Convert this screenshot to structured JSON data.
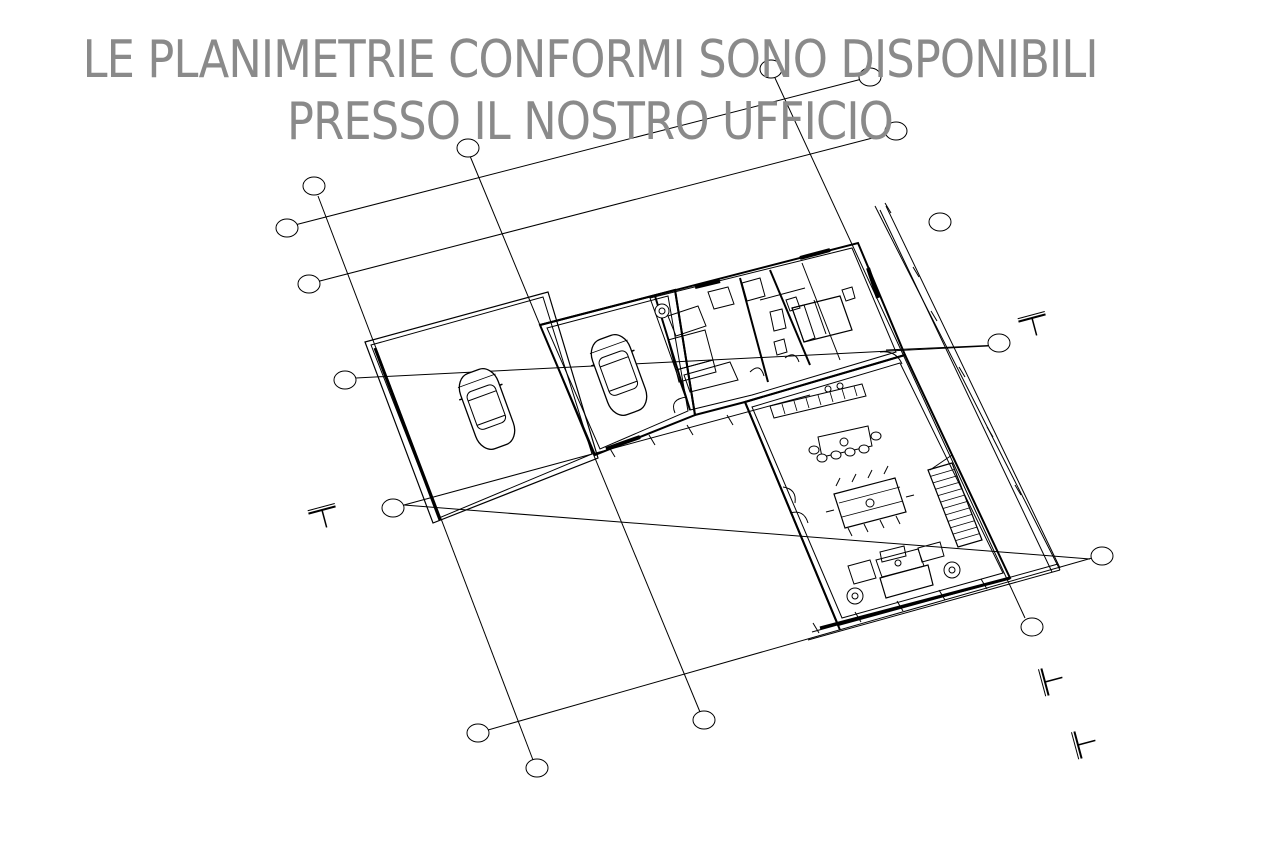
{
  "caption": {
    "line1": "LE PLANIMETRIE CONFORMI SONO DISPONIBILI",
    "line2": "PRESSO IL NOSTRO UFFICIO"
  },
  "colors": {
    "background": "#ffffff",
    "linework": "#000000",
    "caption": "#8a8a8a"
  },
  "drawing": {
    "type": "architectural floor plan (rotated)",
    "elements": [
      "grid-axes",
      "grid-bubbles",
      "section-markers",
      "garage",
      "cars",
      "bedroom",
      "bathroom",
      "living-room",
      "dining-table",
      "kitchen",
      "staircase"
    ]
  }
}
